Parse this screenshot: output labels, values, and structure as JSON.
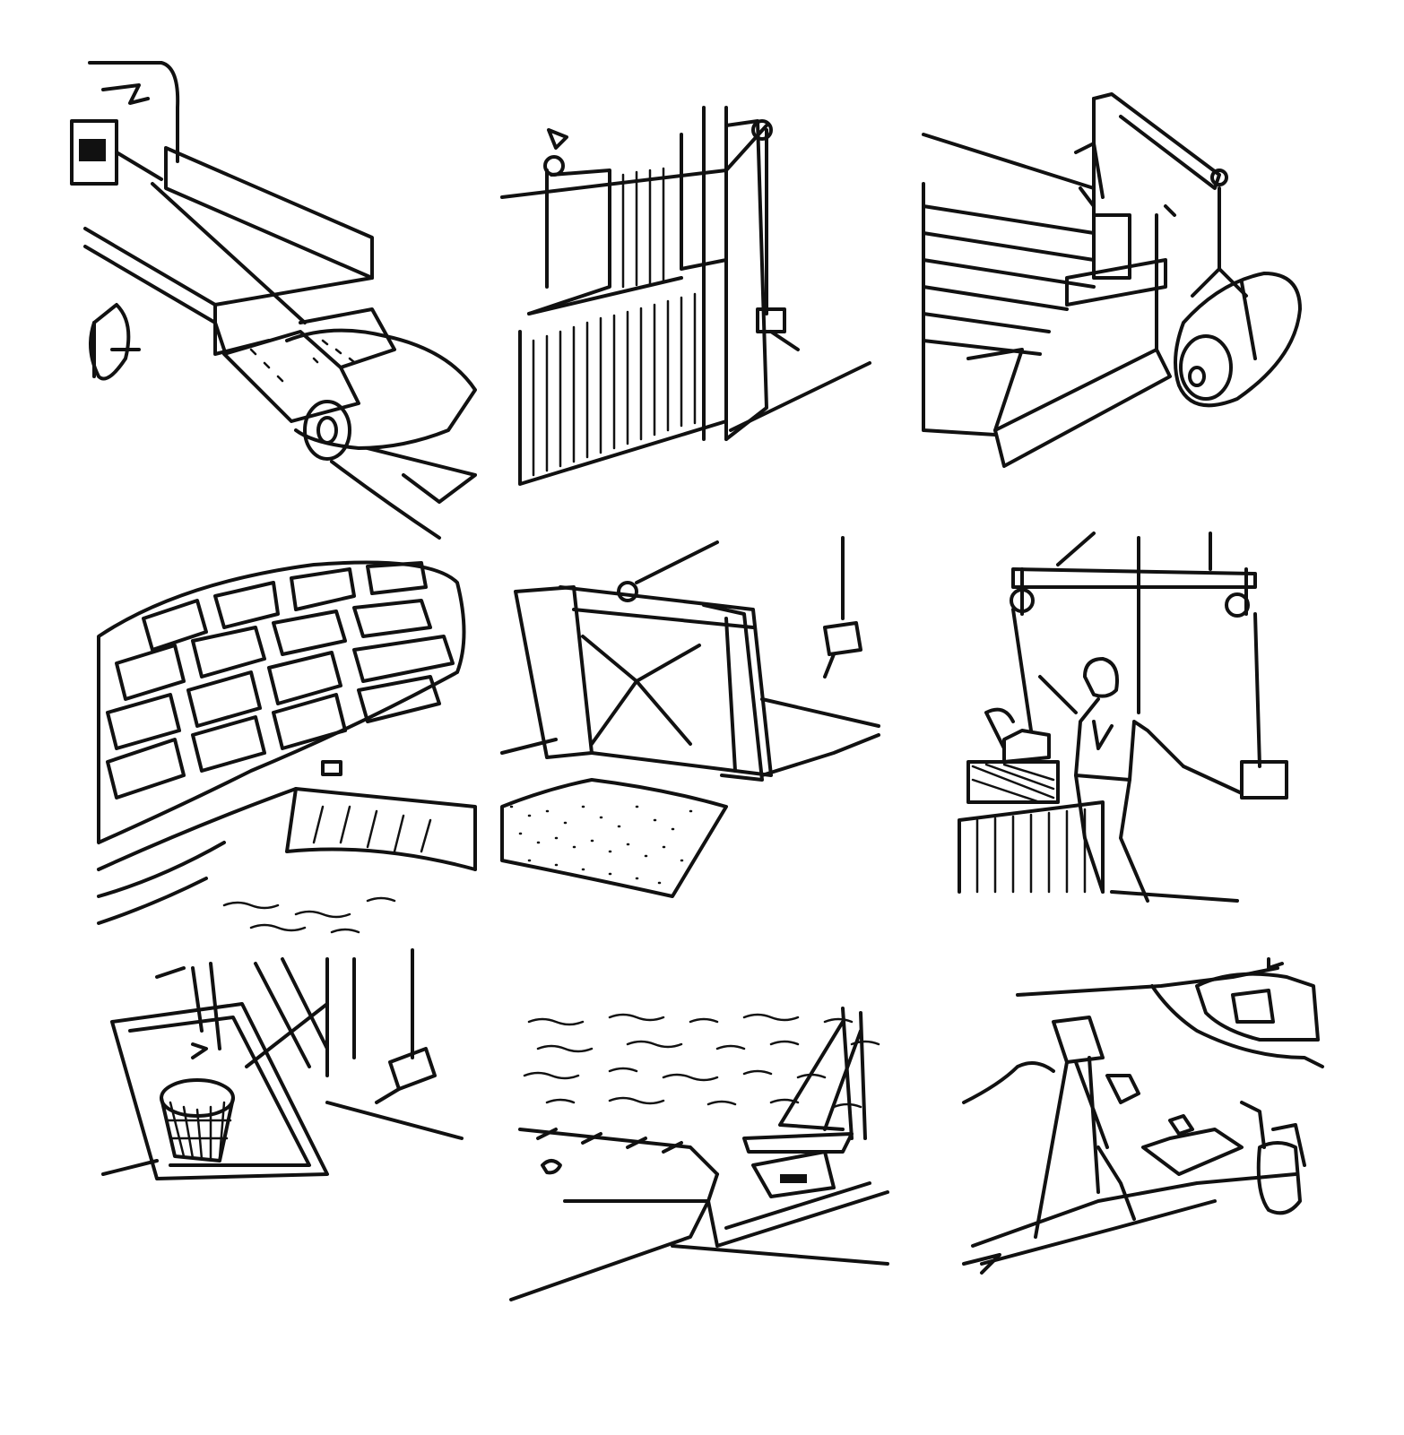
{
  "illustration": {
    "background": "#ffffff",
    "ink": "#111111",
    "panels": [
      {
        "id": "truck-ramp-winch",
        "icon": "truck-winch-icon"
      },
      {
        "id": "wall-winch-door",
        "icon": "wall-winch-icon"
      },
      {
        "id": "truck-crane-drum",
        "icon": "crane-drum-icon"
      },
      {
        "id": "hatch-lid-lift",
        "icon": "hatch-winch-icon"
      },
      {
        "id": "gate-lift",
        "icon": "gate-winch-icon"
      },
      {
        "id": "gantry-hoist-man",
        "icon": "gantry-hoist-icon"
      },
      {
        "id": "basketball-backboard",
        "icon": "backboard-winch-icon"
      },
      {
        "id": "dock-sailboat",
        "icon": "sailboat-winch-icon"
      },
      {
        "id": "boat-trailer-winch",
        "icon": "trailer-winch-icon"
      }
    ]
  }
}
